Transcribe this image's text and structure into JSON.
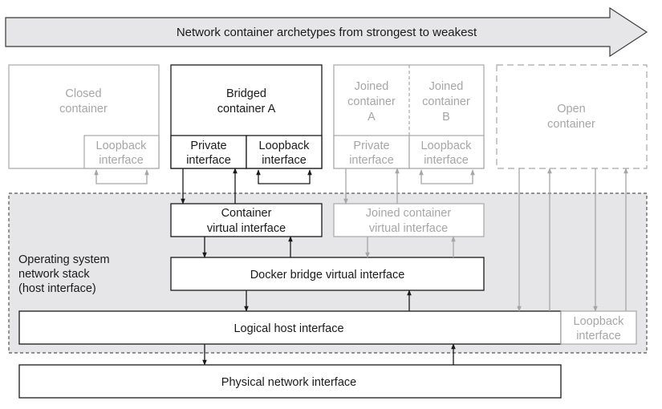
{
  "banner": {
    "text": "Network container archetypes from strongest to weakest"
  },
  "containers": {
    "closed": {
      "title_lines": [
        "Closed",
        "container"
      ],
      "loopback_lines": [
        "Loopback",
        "interface"
      ]
    },
    "bridged": {
      "title_lines": [
        "Bridged",
        "container A"
      ],
      "private_lines": [
        "Private",
        "interface"
      ],
      "loopback_lines": [
        "Loopback",
        "interface"
      ]
    },
    "joined": {
      "a_title_lines": [
        "Joined",
        "container",
        "A"
      ],
      "b_title_lines": [
        "Joined",
        "container",
        "B"
      ],
      "private_lines": [
        "Private",
        "interface"
      ],
      "loopback_lines": [
        "Loopback",
        "interface"
      ]
    },
    "open": {
      "title_lines": [
        "Open",
        "container"
      ]
    }
  },
  "host_stack": {
    "label_lines": [
      "Operating system",
      "network stack",
      "(host interface)"
    ],
    "container_virtual_lines": [
      "Container",
      "virtual interface"
    ],
    "joined_virtual_lines": [
      "Joined container",
      "virtual interface"
    ],
    "docker_bridge": "Docker bridge virtual interface",
    "logical_host": "Logical host interface",
    "host_loopback_lines": [
      "Loopback",
      "interface"
    ]
  },
  "physical": {
    "label": "Physical network interface"
  },
  "colors": {
    "dark_stroke": "#1a1a1a",
    "grey_stroke": "#a6a6a6",
    "banner_fill": "#e6e6e8",
    "host_region_fill": "#e6e6e8"
  }
}
